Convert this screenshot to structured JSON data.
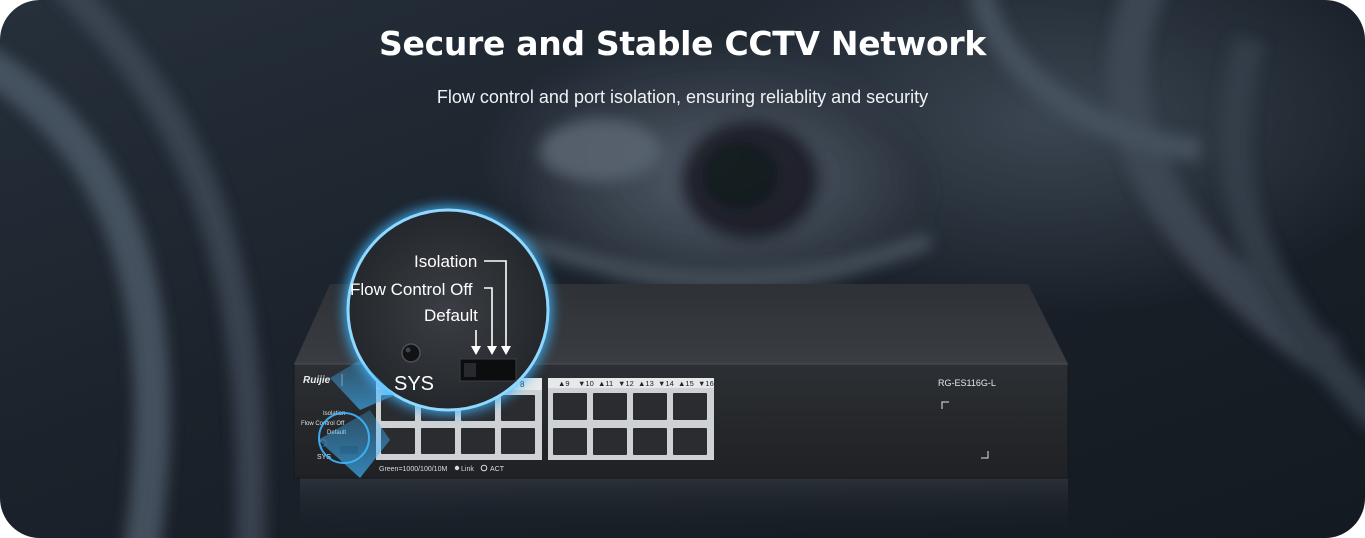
{
  "hero": {
    "title": "Secure and Stable CCTV Network",
    "subtitle": "Flow control and port isolation, ensuring reliablity and security"
  },
  "switch": {
    "brand": "Ruijie",
    "model": "RG-ES116G-L",
    "port_labels": [
      "▲9",
      "▼10",
      "▲11",
      "▼12",
      "▲13",
      "▼14",
      "▲15",
      "▼16"
    ],
    "left_group_tag": "8",
    "legend_speed": "Green=1000/100/10M",
    "legend_link": "Link",
    "legend_act": "ACT",
    "small_labels": {
      "isolation": "Isolation",
      "flow_control_off": "Flow Control Off",
      "default": "Default",
      "sys": "SYS"
    }
  },
  "zoom": {
    "isolation": "Isolation",
    "flow_control_off": "Flow Control Off",
    "default": "Default",
    "sys": "SYS"
  },
  "colors": {
    "glow": "#3fb6ff",
    "switch_body": "#2a2d31",
    "port_fill": "#d8dadc"
  }
}
